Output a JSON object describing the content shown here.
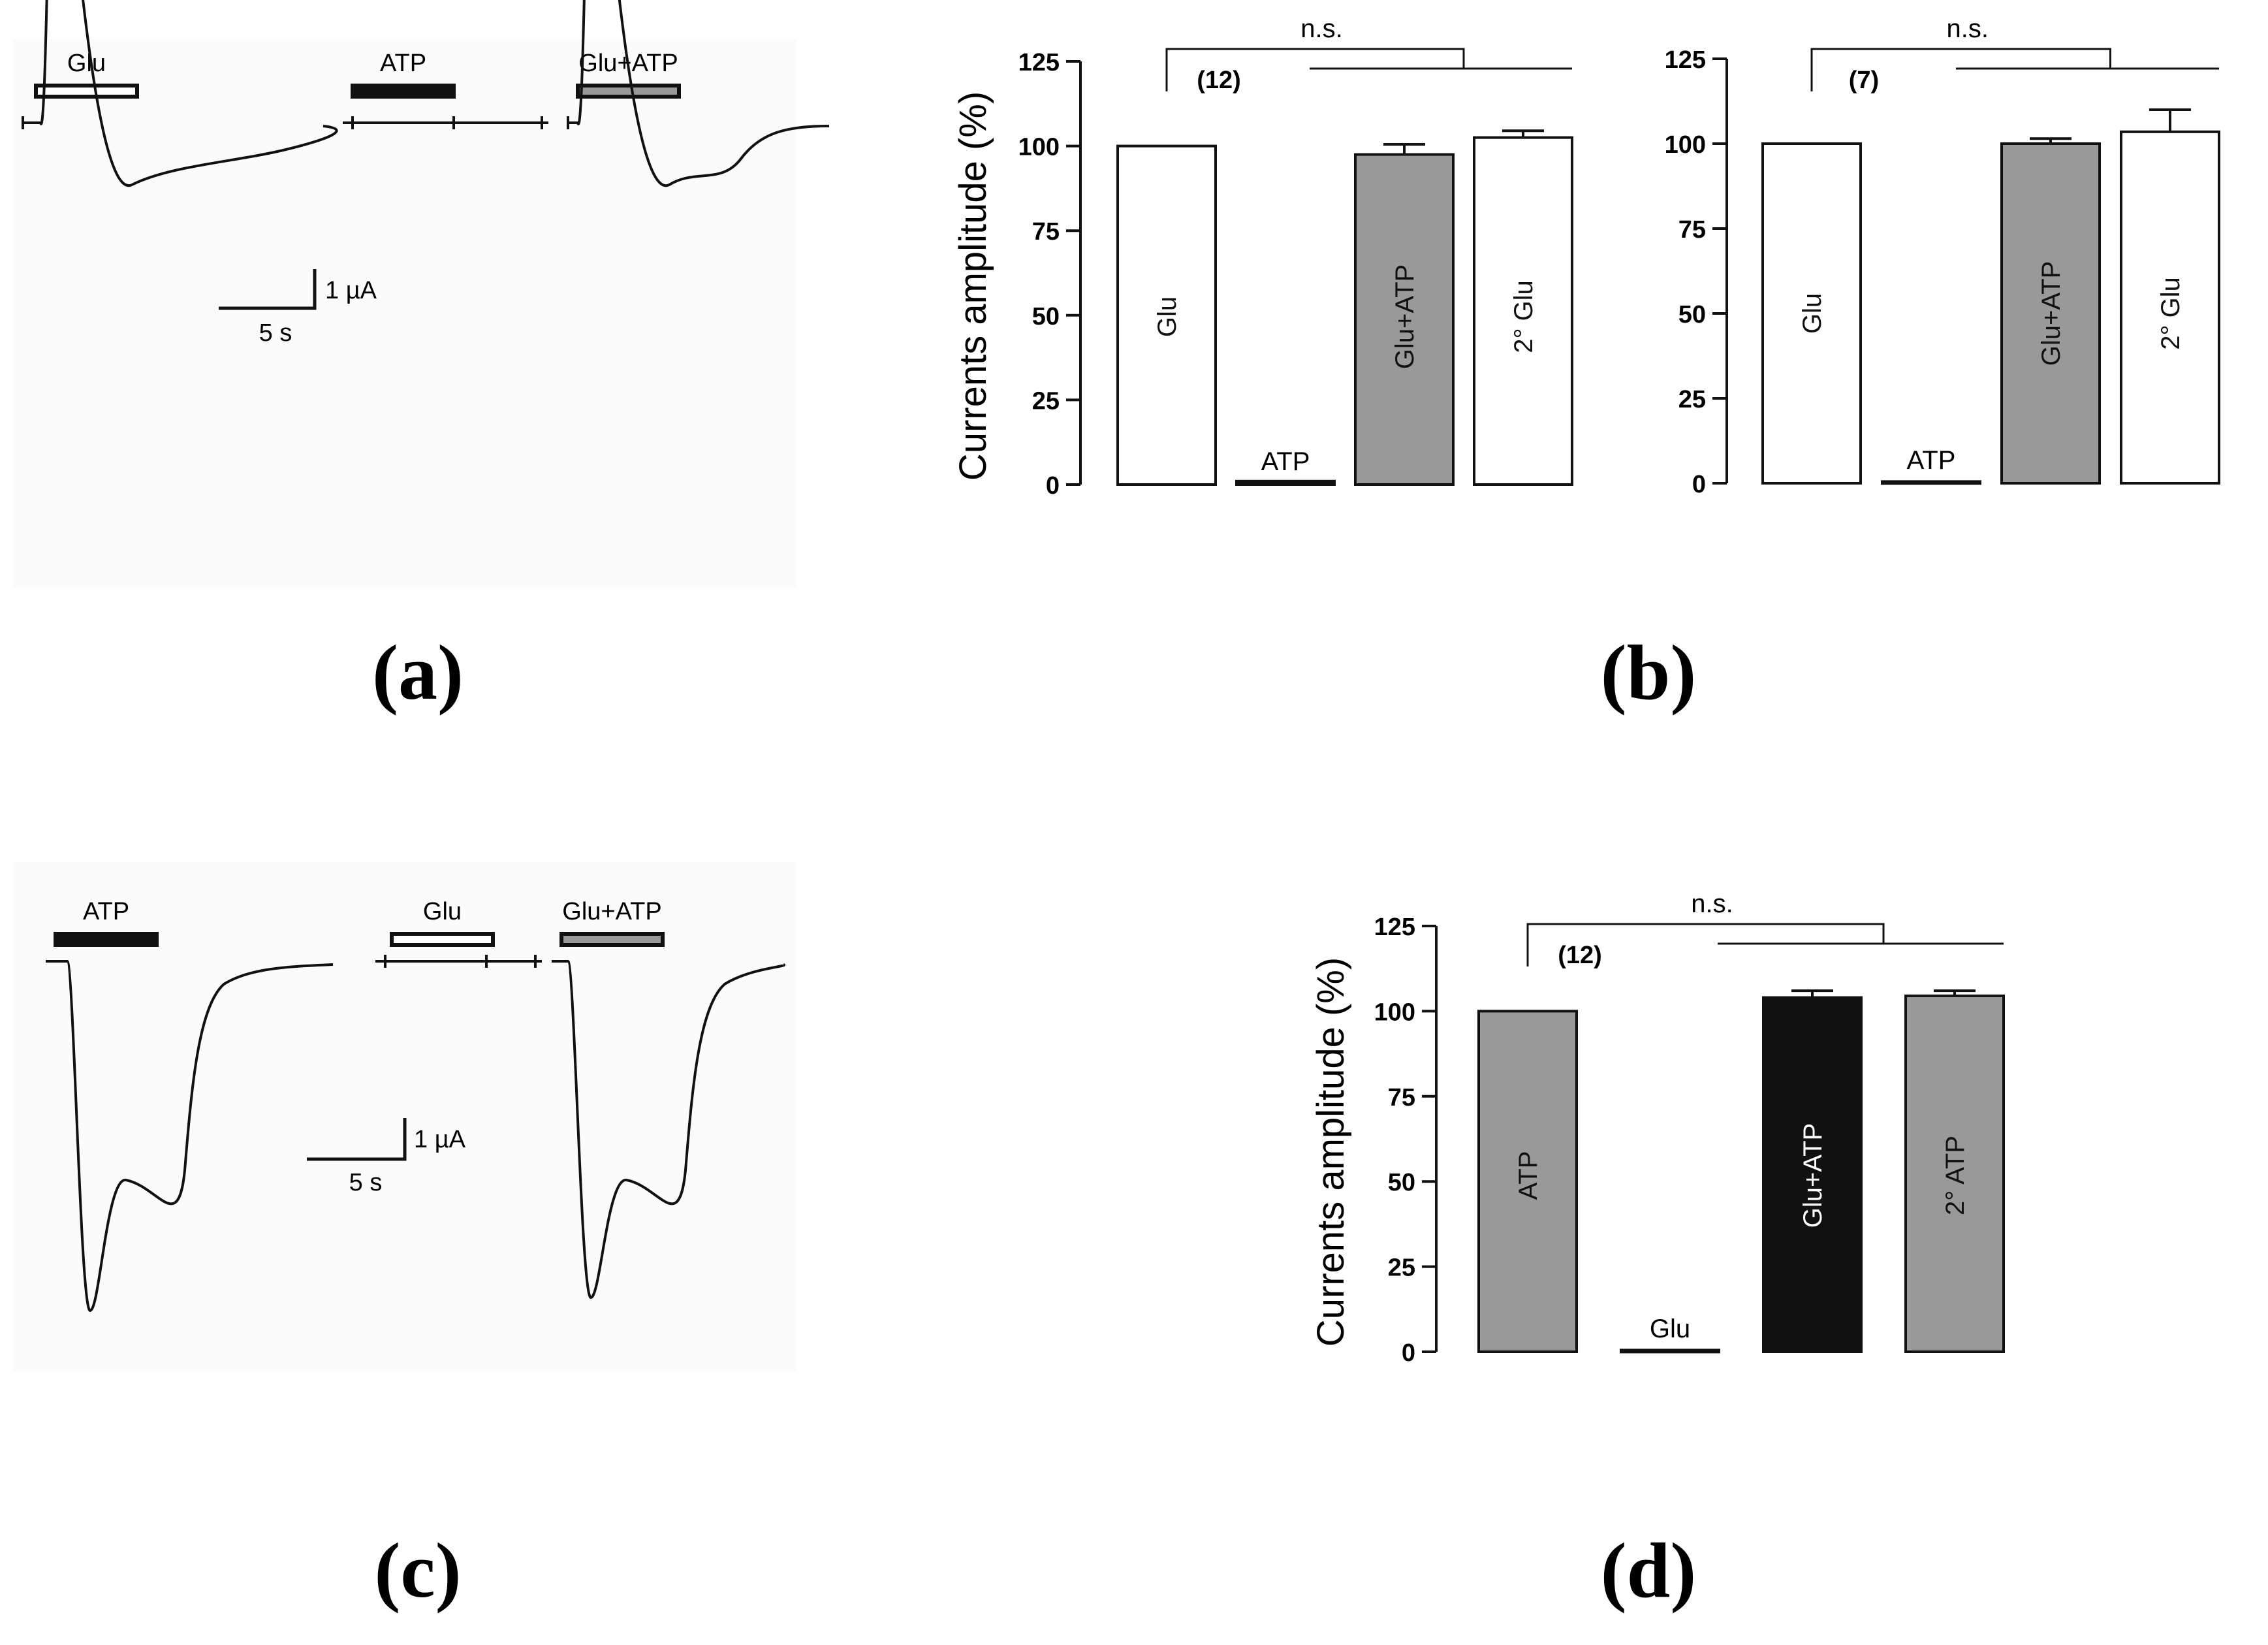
{
  "panels": {
    "a": {
      "label": "(a)",
      "traces": [
        {
          "bar_label": "Glu",
          "bar_fill": "#ffffff",
          "peak": -1.0
        },
        {
          "bar_label": "ATP",
          "bar_fill": "#111111",
          "peak": 0.0
        },
        {
          "bar_label": "Glu+ATP",
          "bar_fill": "#999999",
          "peak": -1.0
        }
      ],
      "scale": {
        "amp_label": "1 µA",
        "time_label": "5 s"
      }
    },
    "c": {
      "label": "(c)",
      "traces": [
        {
          "bar_label": "ATP",
          "bar_fill": "#111111",
          "peak": -1.0
        },
        {
          "bar_label": "Glu",
          "bar_fill": "#ffffff",
          "peak": 0.0
        },
        {
          "bar_label": "Glu+ATP",
          "bar_fill": "#999999",
          "peak": -1.0
        }
      ],
      "scale": {
        "amp_label": "1 µA",
        "time_label": "5 s"
      }
    },
    "b": {
      "label": "(b)"
    },
    "d": {
      "label": "(d)"
    }
  },
  "chart_data": [
    {
      "id": "b1",
      "type": "bar",
      "ylabel": "Currents amplitude (%)",
      "ylim": [
        0,
        125
      ],
      "yticks": [
        0,
        25,
        50,
        75,
        100,
        125
      ],
      "n_label": "(12)",
      "sig_label": "n.s.",
      "categories": [
        "Glu",
        "ATP",
        "Glu+ATP",
        "2° Glu"
      ],
      "values": [
        100,
        1,
        97.5,
        102.5
      ],
      "errors": [
        0,
        0,
        3,
        2
      ],
      "fills": [
        "#ffffff",
        "#111111",
        "#999999",
        "#ffffff"
      ]
    },
    {
      "id": "b2",
      "type": "bar",
      "ylabel": "",
      "ylim": [
        0,
        125
      ],
      "yticks": [
        0,
        25,
        50,
        75,
        100,
        125
      ],
      "n_label": "(7)",
      "sig_label": "n.s.",
      "categories": [
        "Glu",
        "ATP",
        "Glu+ATP",
        "2° Glu"
      ],
      "values": [
        100,
        0.5,
        100,
        103.5
      ],
      "errors": [
        0,
        0,
        1.5,
        6.5
      ],
      "fills": [
        "#ffffff",
        "#111111",
        "#999999",
        "#ffffff"
      ]
    },
    {
      "id": "d",
      "type": "bar",
      "ylabel": "Currents amplitude (%)",
      "ylim": [
        0,
        125
      ],
      "yticks": [
        0,
        25,
        50,
        75,
        100,
        125
      ],
      "n_label": "(12)",
      "sig_label": "n.s.",
      "categories": [
        "ATP",
        "Glu",
        "Glu+ATP",
        "2° ATP"
      ],
      "values": [
        100,
        0.5,
        104,
        104.5
      ],
      "errors": [
        0,
        0,
        2,
        1.5
      ],
      "fills": [
        "#999999",
        "#111111",
        "#111111",
        "#999999"
      ]
    }
  ]
}
